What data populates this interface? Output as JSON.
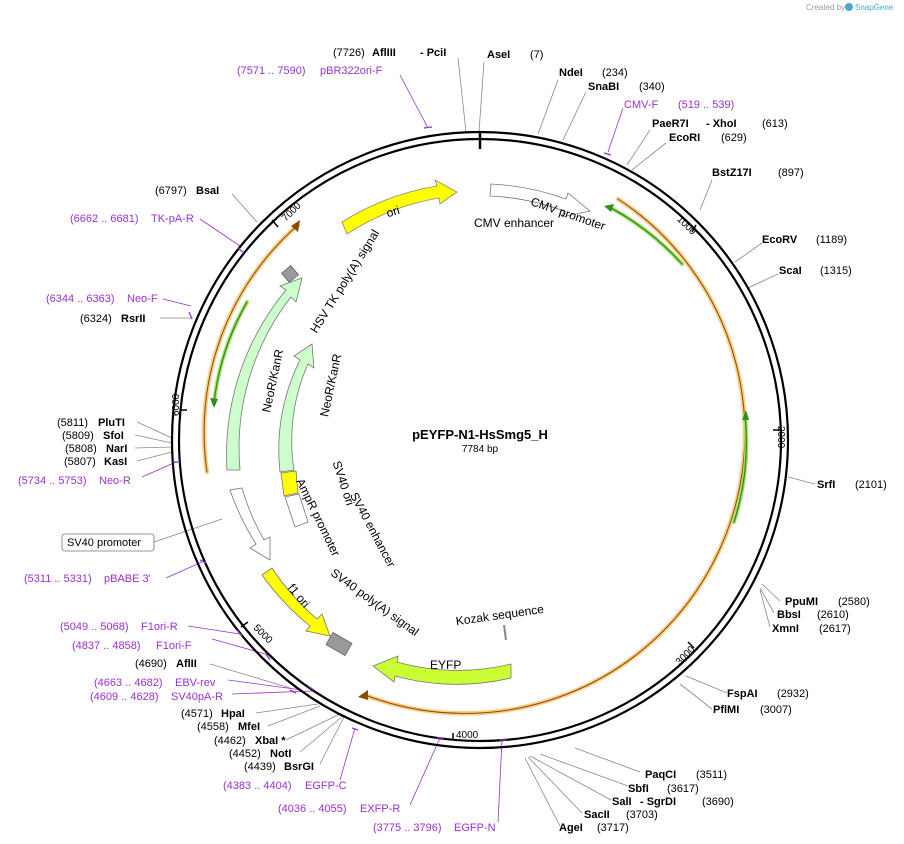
{
  "credit": {
    "created_by": "Created by",
    "brand": "SnapGene"
  },
  "plasmid": {
    "name": "pEYFP-N1-HsSmg5_H",
    "size": "7784 bp"
  },
  "ruler": [
    "1000",
    "2000",
    "3000",
    "4000",
    "5000",
    "6000",
    "7000"
  ],
  "sites": [
    {
      "pos": "(7726)",
      "name": "AflIII",
      "extra": "- PciI"
    },
    {
      "name": "AseI",
      "pos": "(7)"
    },
    {
      "name": "NdeI",
      "pos": "(234)"
    },
    {
      "name": "SnaBI",
      "pos": "(340)"
    },
    {
      "name": "PaeR7I",
      "extra": "- XhoI",
      "pos": "(613)"
    },
    {
      "name": "EcoRI",
      "pos": "(629)"
    },
    {
      "name": "BstZ17I",
      "pos": "(897)"
    },
    {
      "name": "EcoRV",
      "pos": "(1189)"
    },
    {
      "name": "ScaI",
      "pos": "(1315)"
    },
    {
      "name": "SrfI",
      "pos": "(2101)"
    },
    {
      "name": "PpuMI",
      "pos": "(2580)"
    },
    {
      "name": "BbsI",
      "pos": "(2610)"
    },
    {
      "name": "XmnI",
      "pos": "(2617)"
    },
    {
      "name": "FspAI",
      "pos": "(2932)"
    },
    {
      "name": "PflMI",
      "pos": "(3007)"
    },
    {
      "name": "PaqCI",
      "pos": "(3511)"
    },
    {
      "name": "SbfI",
      "pos": "(3617)"
    },
    {
      "name": "SalI",
      "extra": "- SgrDI",
      "pos": "(3690)"
    },
    {
      "name": "SacII",
      "pos": "(3703)"
    },
    {
      "name": "AgeI",
      "pos": "(3717)"
    },
    {
      "pos": "(4439)",
      "name": "BsrGI"
    },
    {
      "pos": "(4452)",
      "name": "NotI"
    },
    {
      "pos": "(4462)",
      "name": "XbaI *"
    },
    {
      "pos": "(4558)",
      "name": "MfeI"
    },
    {
      "pos": "(4571)",
      "name": "HpaI"
    },
    {
      "pos": "(4690)",
      "name": "AflII"
    },
    {
      "pos": "(5807)",
      "name": "KasI"
    },
    {
      "pos": "(5808)",
      "name": "NarI"
    },
    {
      "pos": "(5809)",
      "name": "SfoI"
    },
    {
      "pos": "(5811)",
      "name": "PluTI"
    },
    {
      "pos": "(6324)",
      "name": "RsrII"
    },
    {
      "pos": "(6797)",
      "name": "BsaI"
    }
  ],
  "primers": [
    {
      "range": "(7571 .. 7590)",
      "name": "pBR322ori-F"
    },
    {
      "name": "CMV-F",
      "range": "(519 .. 539)"
    },
    {
      "range": "(6662 .. 6681)",
      "name": "TK-pA-R"
    },
    {
      "range": "(6344 .. 6363)",
      "name": "Neo-F"
    },
    {
      "range": "(5734 .. 5753)",
      "name": "Neo-R"
    },
    {
      "range": "(5311 .. 5331)",
      "name": "pBABE 3'"
    },
    {
      "range": "(5049 .. 5068)",
      "name": "F1ori-R"
    },
    {
      "range": "(4837 .. 4858)",
      "name": "F1ori-F"
    },
    {
      "range": "(4663 .. 4682)",
      "name": "EBV-rev"
    },
    {
      "range": "(4609 .. 4628)",
      "name": "SV40pA-R"
    },
    {
      "range": "(4383 .. 4404)",
      "name": "EGFP-C"
    },
    {
      "range": "(4036 .. 4055)",
      "name": "EXFP-R"
    },
    {
      "range": "(3775 .. 3796)",
      "name": "EGFP-N"
    }
  ],
  "features": {
    "ori": "ori",
    "cmv_promoter": "CMV promoter",
    "cmv_enhancer": "CMV enhancer",
    "hsv_tk": "HSV TK poly(A) signal",
    "neo_outer": "NeoR/KanR",
    "neo_inner": "NeoR/KanR",
    "sv40_ori": "SV40 ori",
    "sv40_enhancer": "SV40 enhancer",
    "ampr_promoter": "AmpR promoter",
    "sv40_promoter": "SV40 promoter",
    "f1_ori": "f1 ori",
    "sv40_polya": "SV40 poly(A) signal",
    "kozak": "Kozak sequence",
    "eyfp": "EYFP"
  },
  "colors": {
    "backbone": "#000000",
    "ori": "#ffff00",
    "neo": "#ccffcc",
    "primer": "#9b30d0",
    "orange_track": "#f5a623",
    "green_arrow": "#2f8f1a",
    "eyfp": "#ccff33",
    "polya": "#999999"
  }
}
